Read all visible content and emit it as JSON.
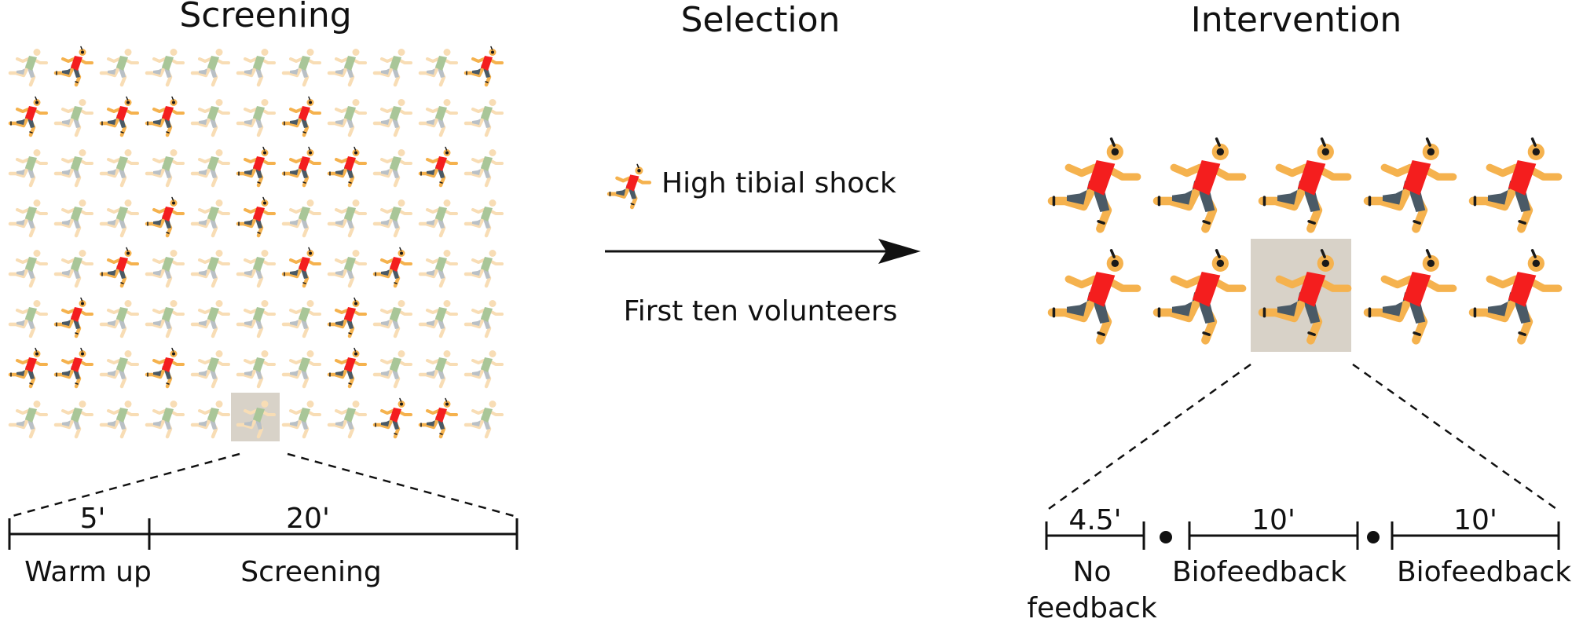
{
  "sections": {
    "screening_title": "Screening",
    "selection_title": "Selection",
    "intervention_title": "Intervention"
  },
  "screening_grid": {
    "rows": 8,
    "cols": 11,
    "high_shock_positions": [
      [
        0,
        1
      ],
      [
        0,
        10
      ],
      [
        1,
        0
      ],
      [
        1,
        2
      ],
      [
        1,
        3
      ],
      [
        1,
        6
      ],
      [
        2,
        5
      ],
      [
        2,
        6
      ],
      [
        2,
        7
      ],
      [
        2,
        9
      ],
      [
        3,
        3
      ],
      [
        3,
        5
      ],
      [
        4,
        2
      ],
      [
        4,
        6
      ],
      [
        4,
        8
      ],
      [
        5,
        1
      ],
      [
        5,
        7
      ],
      [
        6,
        0
      ],
      [
        6,
        1
      ],
      [
        6,
        3
      ],
      [
        6,
        7
      ],
      [
        7,
        8
      ],
      [
        7,
        9
      ]
    ],
    "highlighted_position": [
      7,
      5
    ]
  },
  "selection": {
    "legend_label": "High tibial shock",
    "arrow_caption": "First ten volunteers"
  },
  "screening_timeline": {
    "segments": [
      {
        "duration": "5'",
        "label": "Warm up"
      },
      {
        "duration": "20'",
        "label": "Screening"
      }
    ]
  },
  "intervention_grid": {
    "rows": 2,
    "cols": 5,
    "highlighted_position": [
      1,
      2
    ]
  },
  "intervention_timeline": {
    "segments": [
      {
        "duration": "4.5'",
        "label_line1": "No",
        "label_line2": "feedback"
      },
      {
        "duration": "10'",
        "label_line1": "Biofeedback",
        "label_line2": ""
      },
      {
        "duration": "10'",
        "label_line1": "Biofeedback",
        "label_line2": ""
      }
    ]
  },
  "colors": {
    "runner_skin": "#F5B24E",
    "runner_shirt": "#F41E1E",
    "runner_shorts": "#4A5A66",
    "faded_skin": "#F8DDB5",
    "faded_shirt": "#A9C698",
    "faded_shorts": "#B9C0C6",
    "highlight_box": "#D8D2C8",
    "hair": "#1A1A1A"
  }
}
